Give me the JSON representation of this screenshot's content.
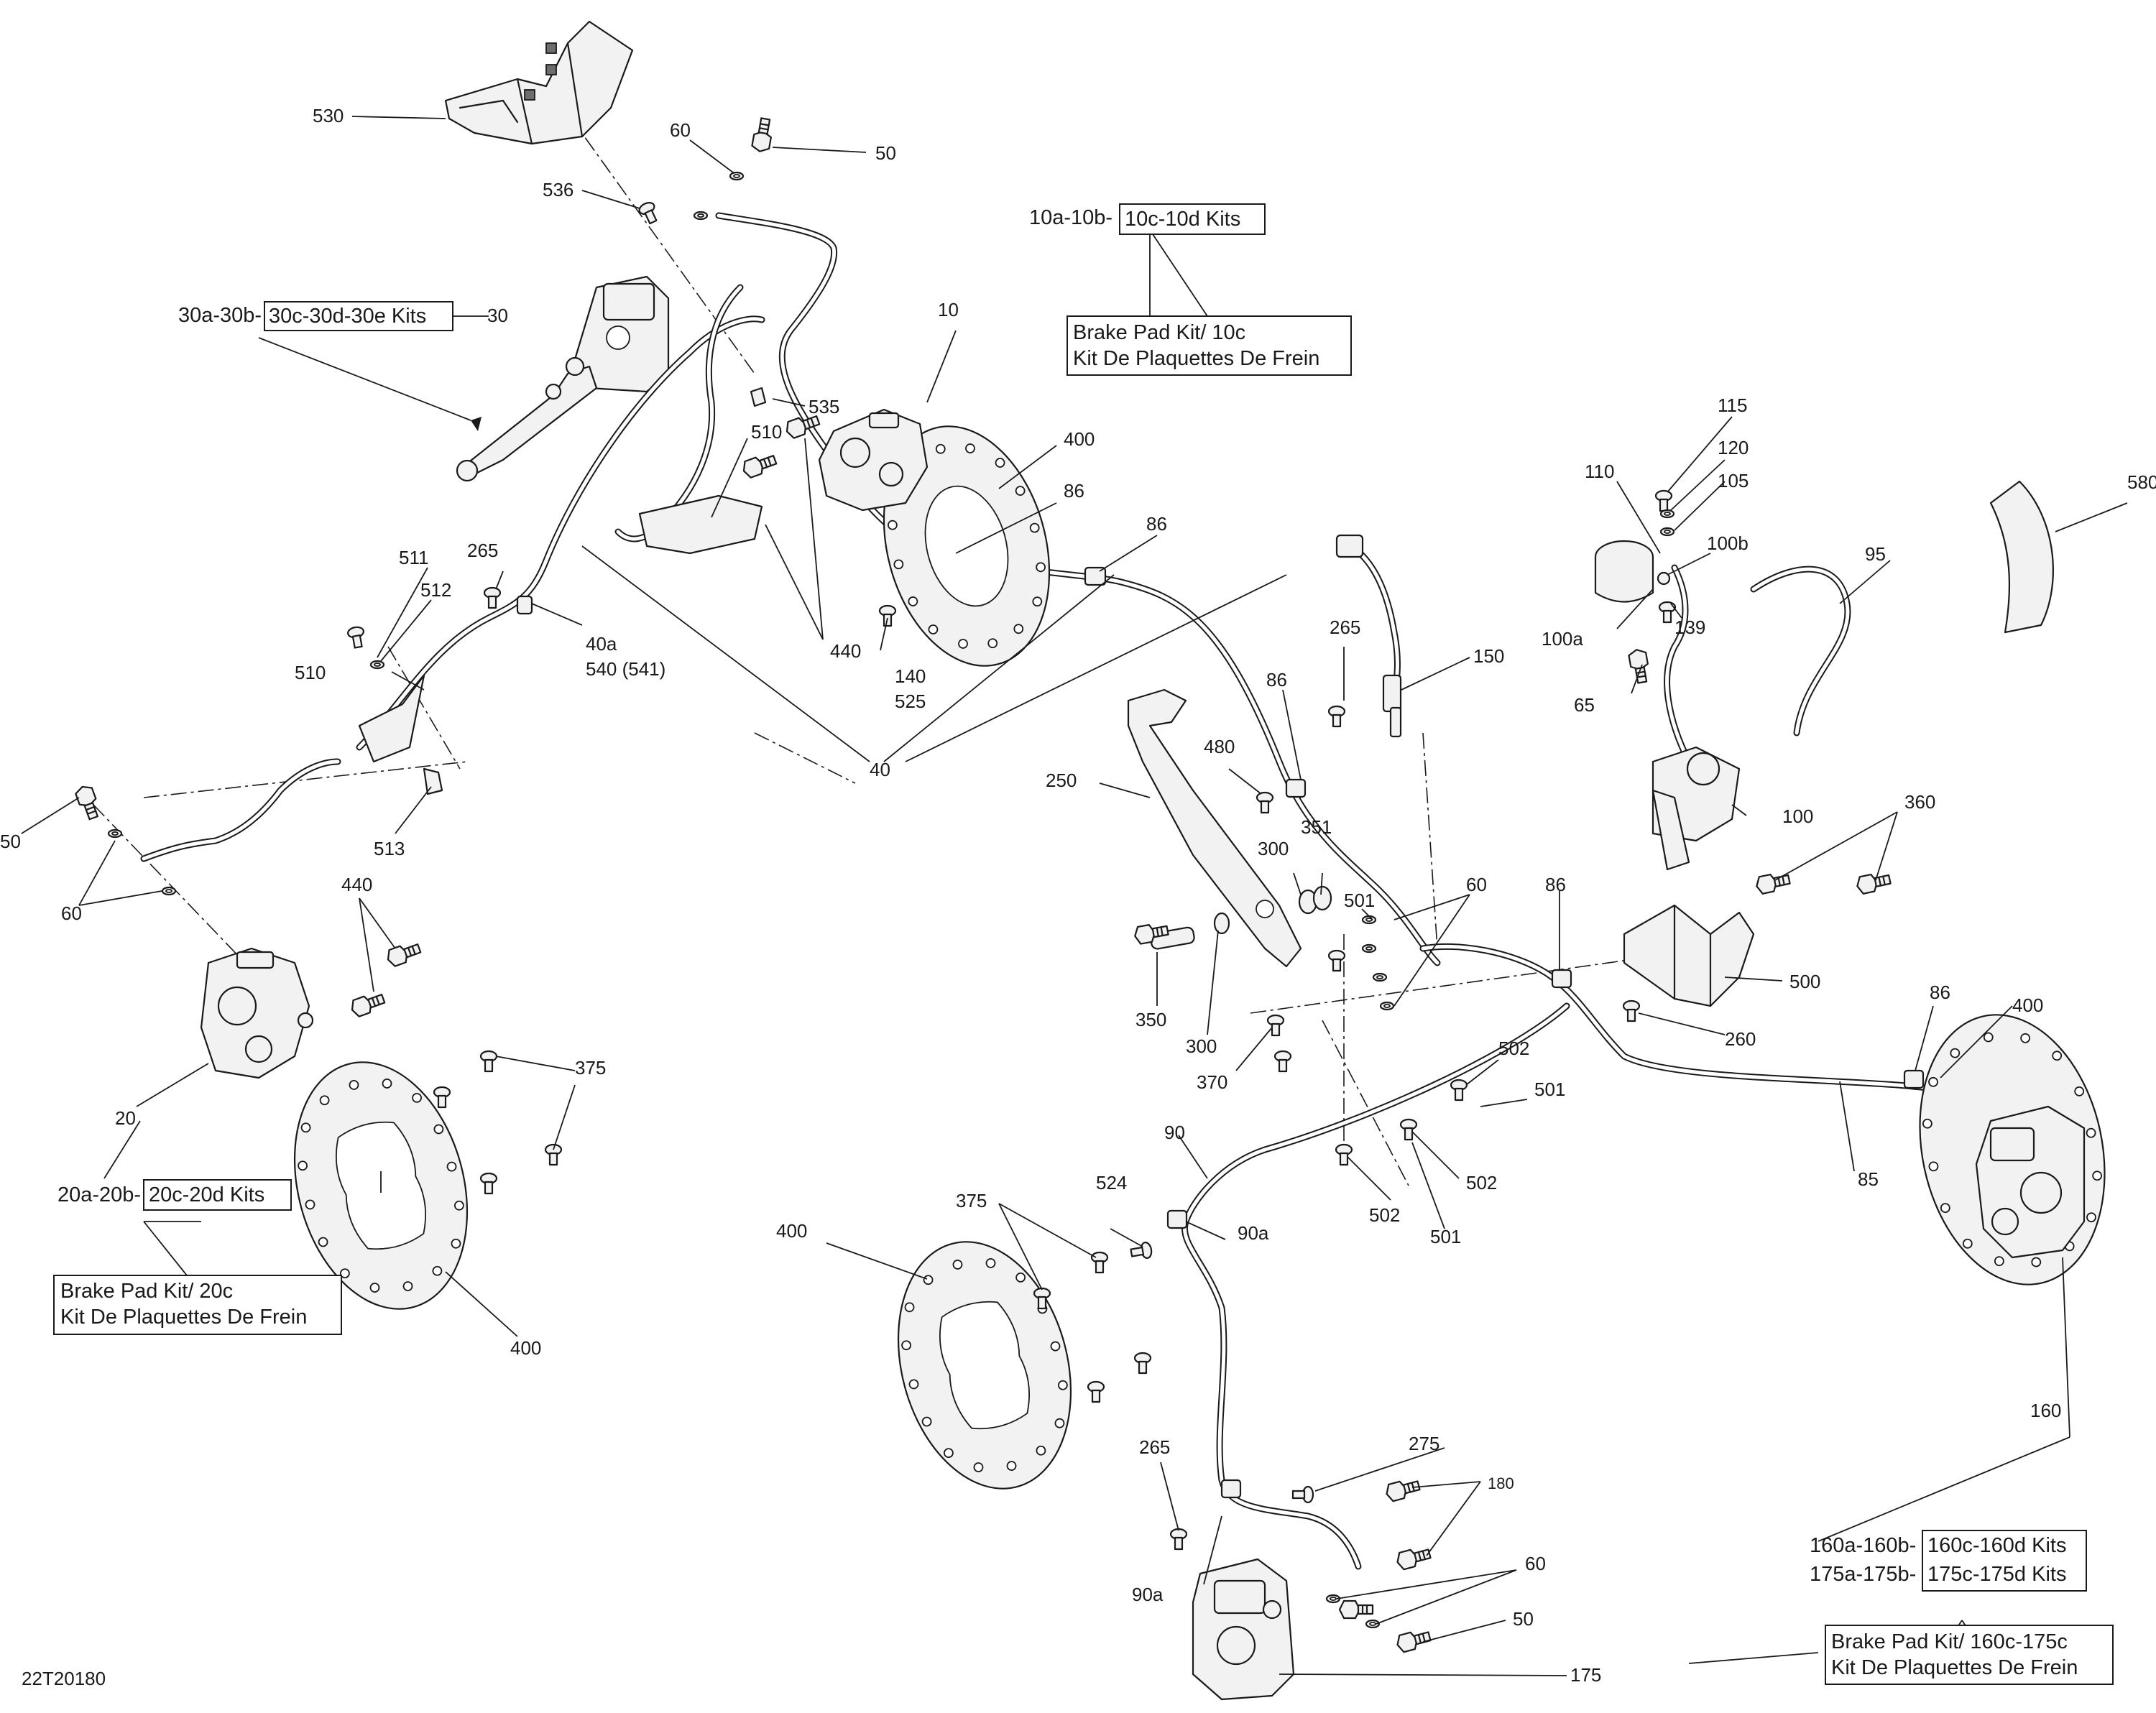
{
  "diagram_id": "22T20180",
  "callouts": {
    "c530": "530",
    "c536": "536",
    "c60_top": "60",
    "c50_top": "50",
    "c30": "30",
    "c535": "535",
    "c510_top": "510",
    "c10": "10",
    "c400_front_right": "400",
    "c86_a": "86",
    "c86_b": "86",
    "c440_top": "440",
    "c140": "140",
    "c525": "525",
    "c511": "511",
    "c512": "512",
    "c265_top": "265",
    "c40a": "40a",
    "c540": "540 (541)",
    "c510_left": "510",
    "c513": "513",
    "c40": "40",
    "c50_left": "50",
    "c60_left": "60",
    "c440_left": "440",
    "c20": "20",
    "c375_left": "375",
    "c400_left": "400",
    "c115": "115",
    "c120": "120",
    "c105": "105",
    "c110": "110",
    "c100b": "100b",
    "c100a": "100a",
    "c139": "139",
    "c65": "65",
    "c100": "100",
    "c95": "95",
    "c580": "580",
    "c265_mid": "265",
    "c150": "150",
    "c86_c": "86",
    "c480": "480",
    "c250": "250",
    "c300_a": "300",
    "c351": "351",
    "c501_a": "501",
    "c60_mid": "60",
    "c86_d": "86",
    "c360": "360",
    "c500": "500",
    "c260": "260",
    "c350": "350",
    "c300_b": "300",
    "c370": "370",
    "c502_a": "502",
    "c501_b": "501",
    "c502_b": "502",
    "c502_c": "502",
    "c501_c": "501",
    "c86_e": "86",
    "c400_rear_right": "400",
    "c85": "85",
    "c90": "90",
    "c524": "524",
    "c90a_top": "90a",
    "c375_mid": "375",
    "c400_mid": "400",
    "c265_bottom": "265",
    "c275": "275",
    "c180": "180",
    "c90a_bottom": "90a",
    "c60_bottom": "60",
    "c50_bottom": "50",
    "c175": "175",
    "c160": "160"
  },
  "kits": {
    "k10_prefix": "10a-10b-",
    "k10_boxed": "10c-10d Kits",
    "k10_pad_line1": "Brake Pad Kit/ 10c",
    "k10_pad_line2": "Kit De Plaquettes De Frein",
    "k30_prefix": "30a-30b-",
    "k30_boxed": "30c-30d-30e Kits",
    "k20_prefix": "20a-20b-",
    "k20_boxed": "20c-20d Kits",
    "k20_pad_line1": "Brake Pad Kit/ 20c",
    "k20_pad_line2": "Kit De Plaquettes De Frein",
    "k160_prefix": "160a-160b-",
    "k160_boxed": "160c-160d Kits",
    "k175_prefix": "175a-175b-",
    "k175_boxed": "175c-175d Kits",
    "k160_pad_line1": "Brake Pad Kit/ 160c-175c",
    "k160_pad_line2": "Kit De Plaquettes De Frein"
  },
  "icons": [
    "brake-disc-icon",
    "brake-caliper-icon",
    "master-cylinder-icon",
    "brake-pedal-icon",
    "reservoir-icon",
    "bolt-icon",
    "brake-hose-icon"
  ]
}
